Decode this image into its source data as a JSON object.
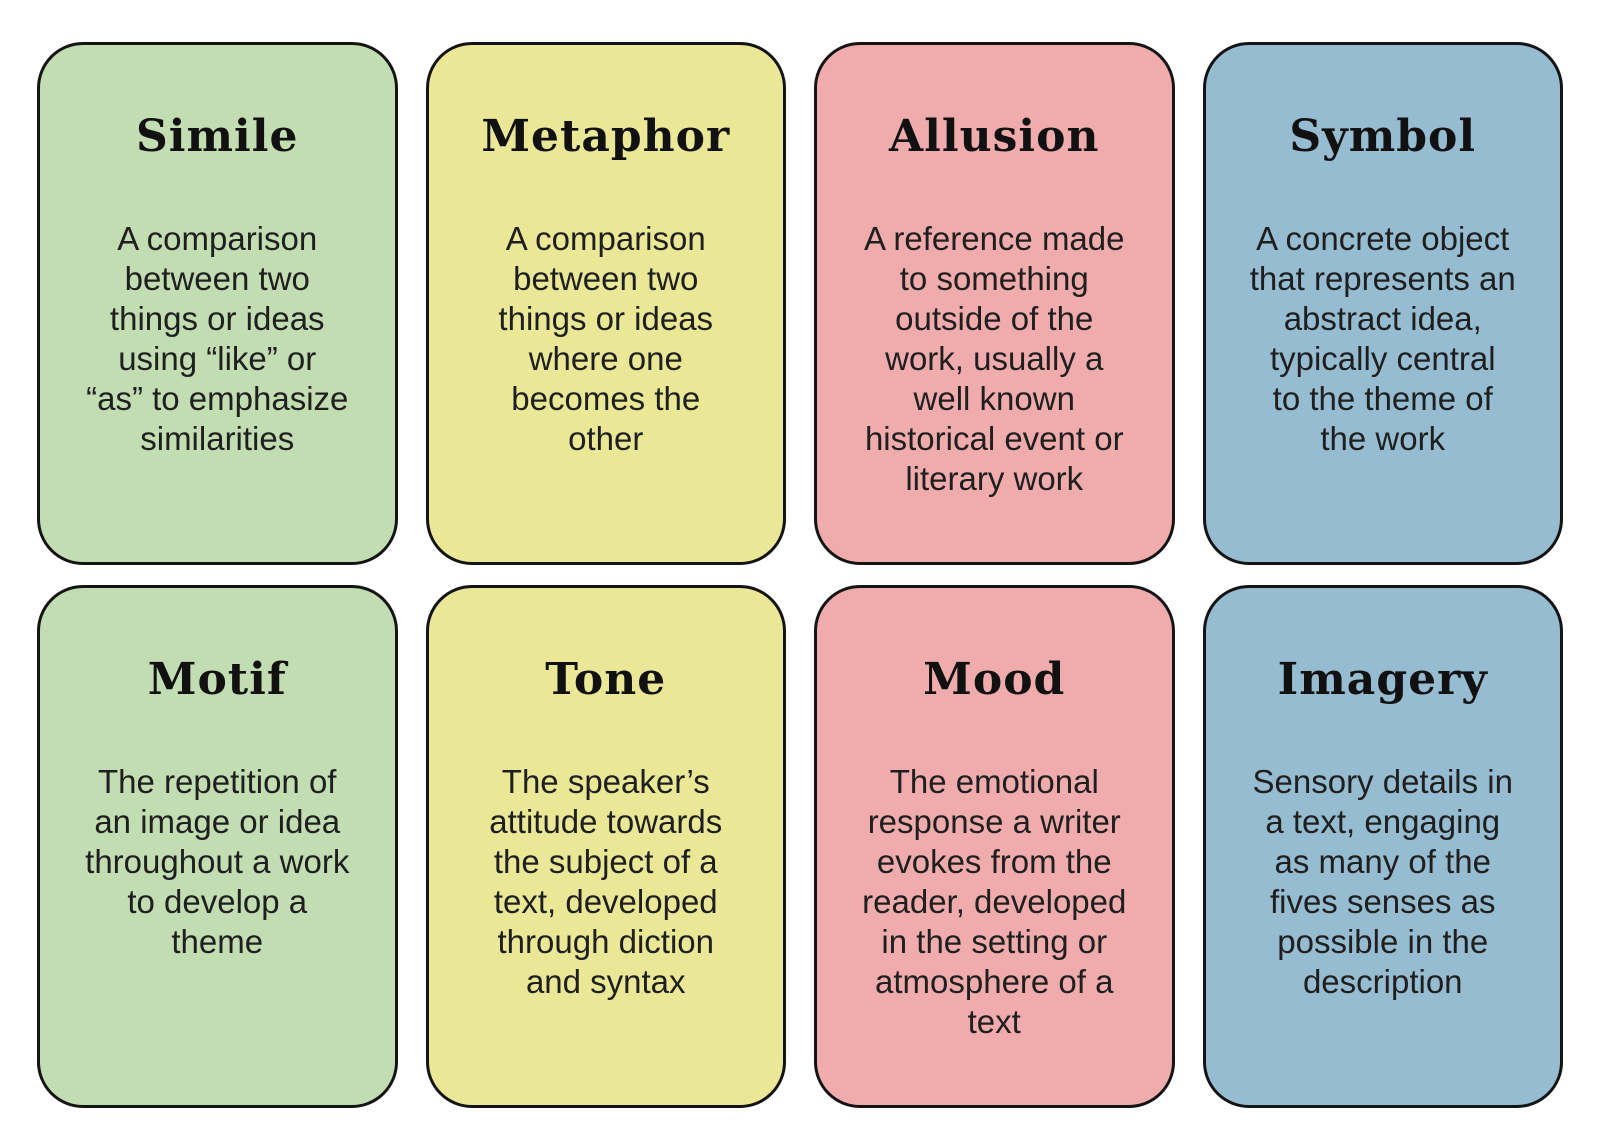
{
  "page_background": "#ffffff",
  "card_border_color": "#141414",
  "title_color": "#111111",
  "text_color": "#1f1f1f",
  "palette": {
    "green": "#c2ddb2",
    "yellow": "#eae797",
    "pink": "#f0acac",
    "blue": "#96bcd1"
  },
  "cards": [
    {
      "id": "simile",
      "title": "Simile",
      "color": "#c2ddb2",
      "description": "A comparison\nbetween two\nthings or ideas\nusing “like” or\n“as” to emphasize\nsimilarities"
    },
    {
      "id": "metaphor",
      "title": "Metaphor",
      "color": "#eae797",
      "description": "A comparison\nbetween two\nthings or ideas\nwhere one\nbecomes the\nother"
    },
    {
      "id": "allusion",
      "title": "Allusion",
      "color": "#f0acac",
      "description": "A reference made\nto something\noutside of the\nwork, usually a\nwell known\nhistorical event or\nliterary work"
    },
    {
      "id": "symbol",
      "title": "Symbol",
      "color": "#96bcd1",
      "description": "A concrete object\nthat represents an\nabstract idea,\ntypically central\nto the theme of\nthe work"
    },
    {
      "id": "motif",
      "title": "Motif",
      "color": "#c2ddb2",
      "description": "The repetition of\nan image or idea\nthroughout a work\nto develop a\ntheme"
    },
    {
      "id": "tone",
      "title": "Tone",
      "color": "#eae797",
      "description": "The speaker’s\nattitude towards\nthe subject of a\ntext, developed\nthrough diction\nand syntax"
    },
    {
      "id": "mood",
      "title": "Mood",
      "color": "#f0acac",
      "description": "The emotional\nresponse a writer\nevokes from the\nreader, developed\nin the setting or\natmosphere of a\ntext"
    },
    {
      "id": "imagery",
      "title": "Imagery",
      "color": "#96bcd1",
      "description": "Sensory details in\na text, engaging\nas many of the\nfives senses as\npossible in the\ndescription"
    }
  ]
}
